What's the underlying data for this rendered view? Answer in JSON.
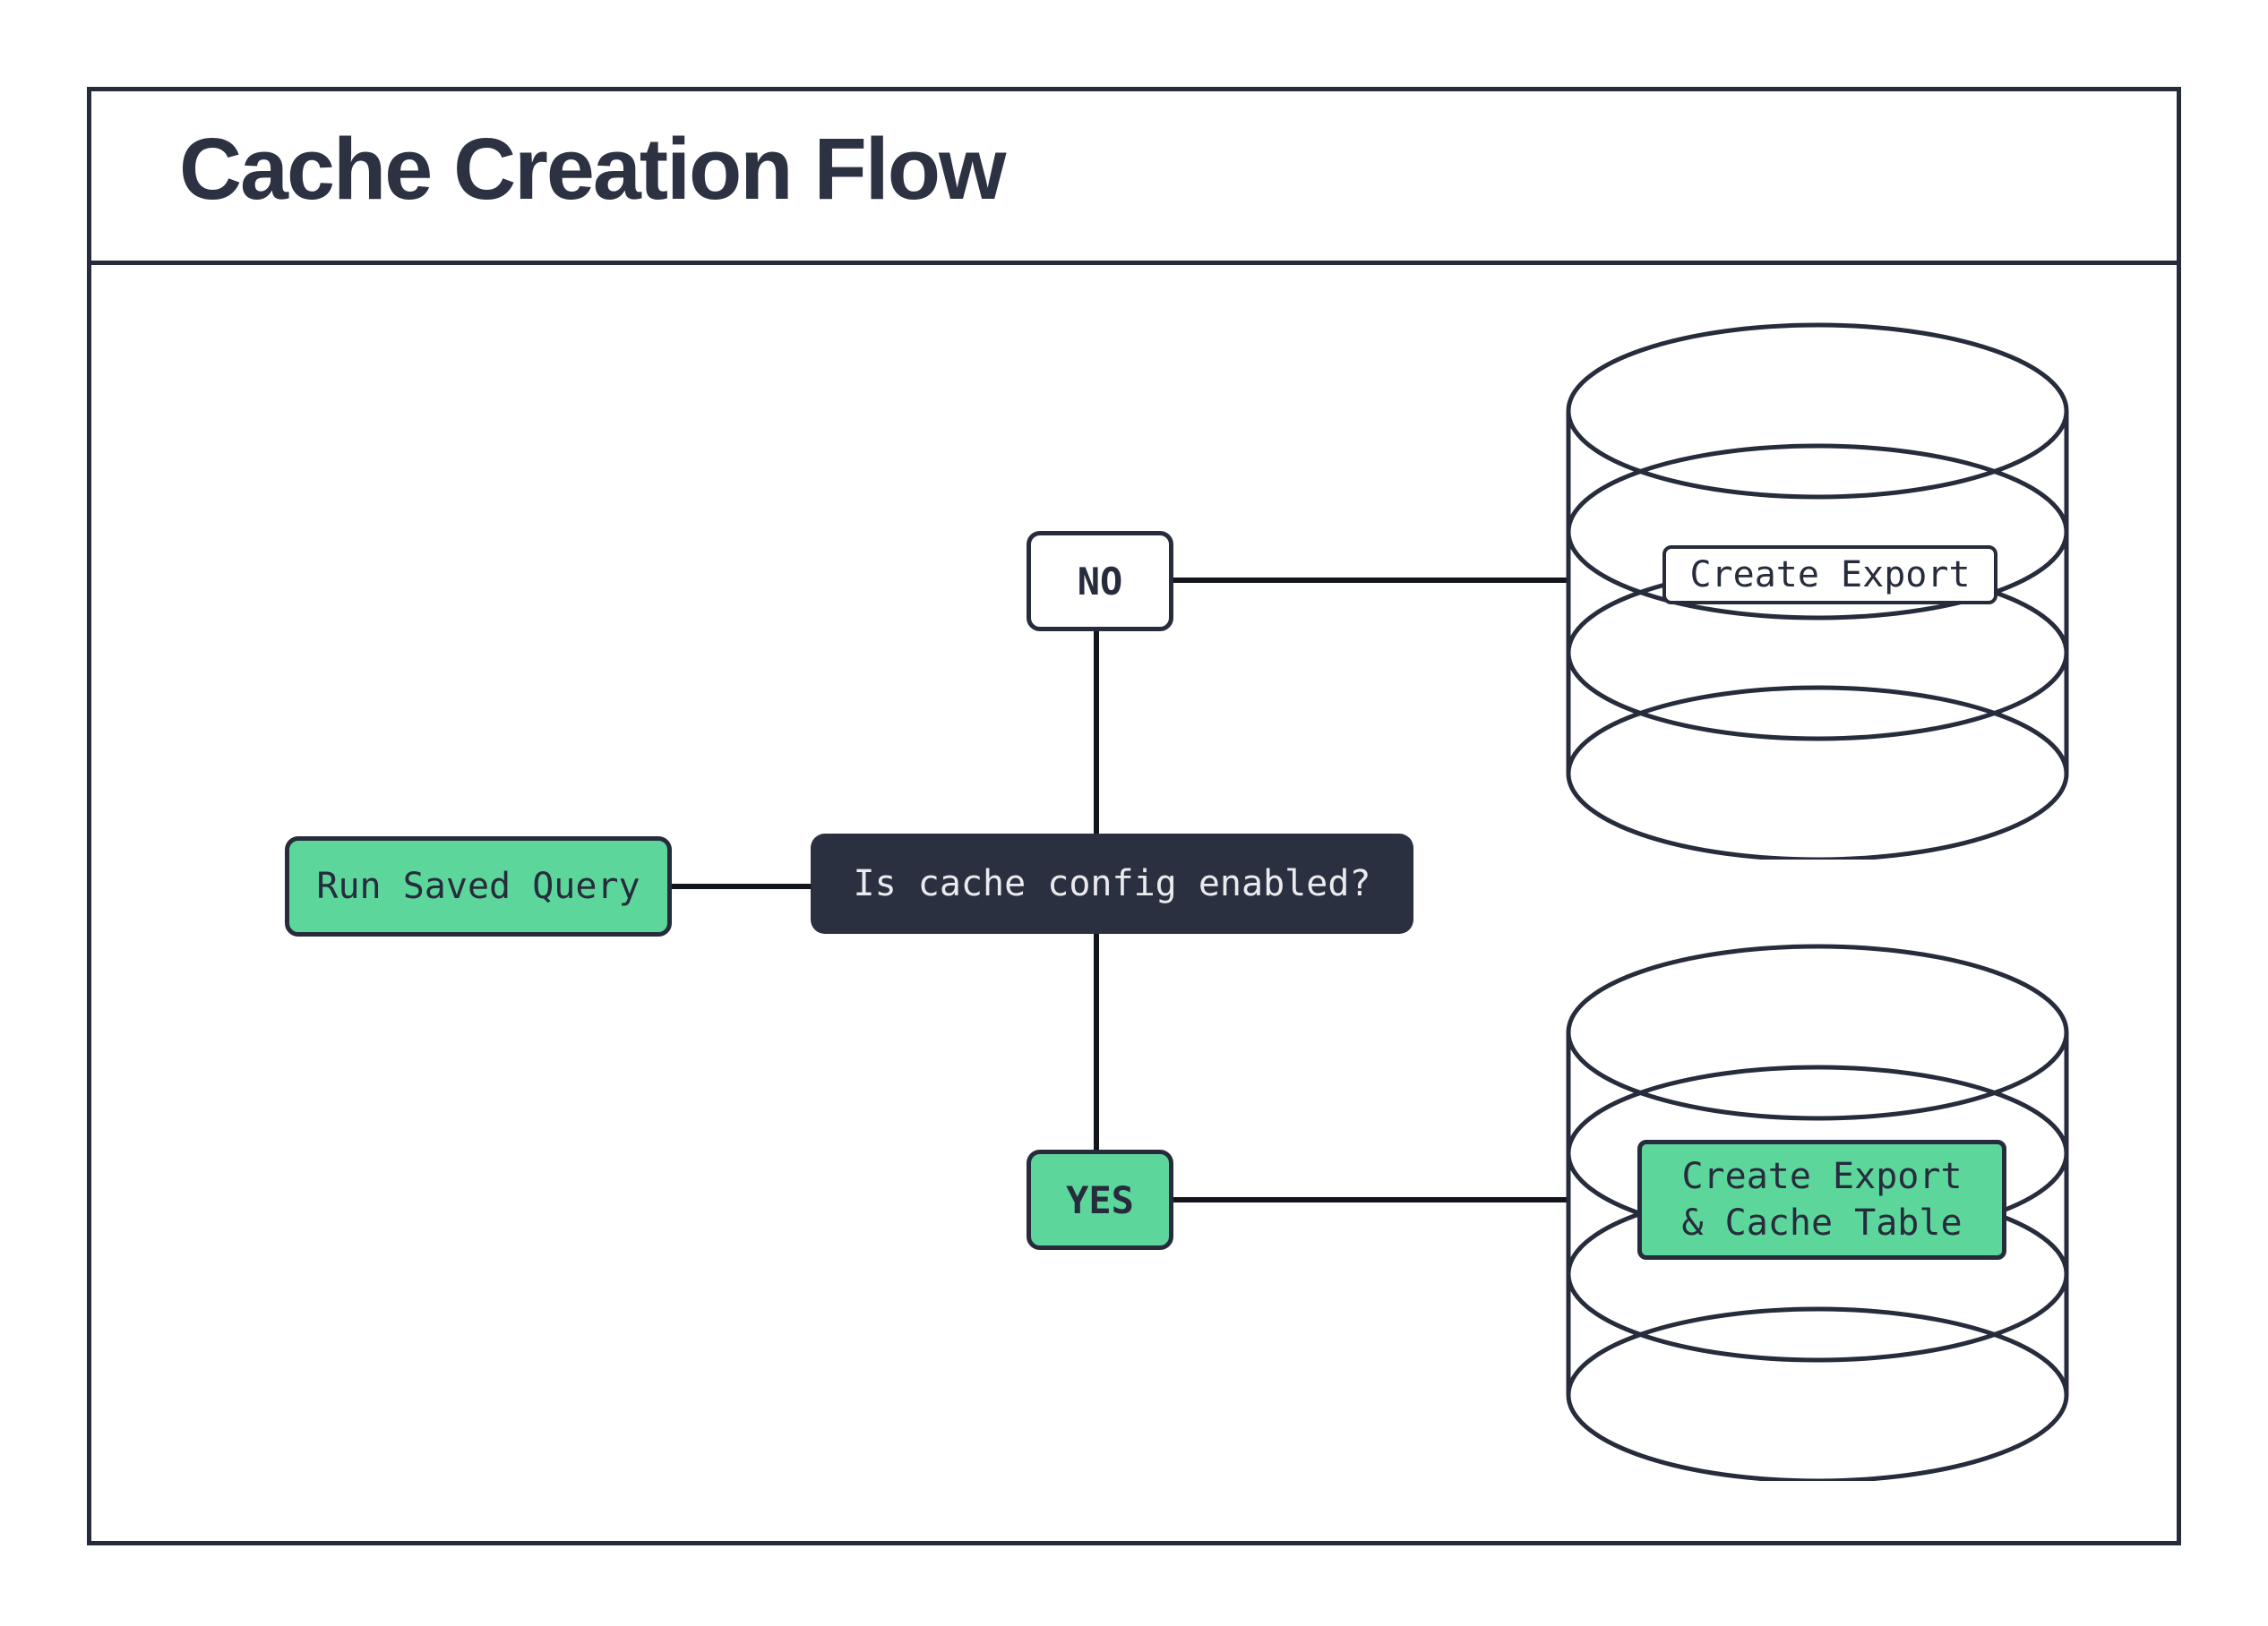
{
  "title": "Cache Creation Flow",
  "colors": {
    "ink": "#272C3C",
    "title_text": "#2D3243",
    "node_green": "#5DD69C",
    "decision_fill": "#2B3040",
    "decision_text": "#E9EBEE",
    "connector": "#13151D",
    "background": "#FFFFFF"
  },
  "flow": {
    "start": "Run Saved Query",
    "decision": "Is cache config enabled?",
    "branch_no": "NO",
    "branch_yes": "YES",
    "no_result": "Create Export",
    "yes_result_line1": "Create Export",
    "yes_result_line2": "& Cache Table"
  }
}
